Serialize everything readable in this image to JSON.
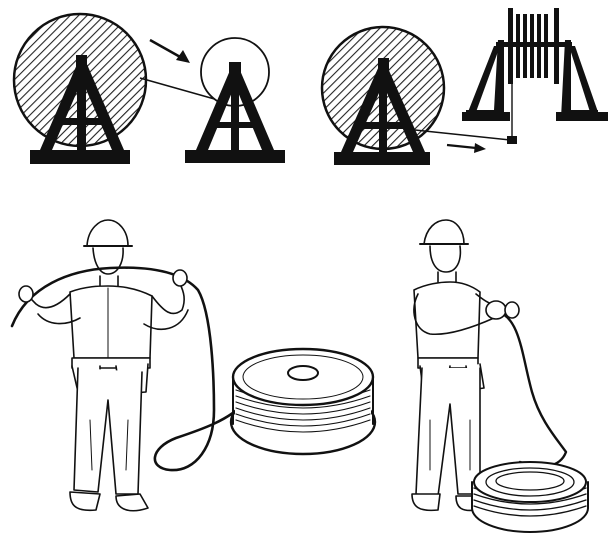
{
  "figure": {
    "panels": [
      {
        "id": "reel-to-reel-transfer",
        "icons": [
          "hatched-reel-stand-icon",
          "open-reel-stand-icon",
          "direction-arrow-icon"
        ]
      },
      {
        "id": "reel-to-spooler-transfer",
        "icons": [
          "hatched-reel-stand-icon",
          "spooler-frame-icon",
          "direction-arrow-icon"
        ]
      },
      {
        "id": "worker-uncoiling-from-reel",
        "icons": [
          "worker-icon",
          "hard-hat-icon",
          "tool-belt-icon",
          "cable-reel-icon"
        ]
      },
      {
        "id": "worker-coiling-cable",
        "icons": [
          "worker-icon",
          "hard-hat-icon",
          "tool-belt-icon",
          "cable-coil-icon"
        ]
      }
    ],
    "colors": {
      "ink": "#111111",
      "paper": "#ffffff",
      "hatch": "#222222"
    }
  }
}
